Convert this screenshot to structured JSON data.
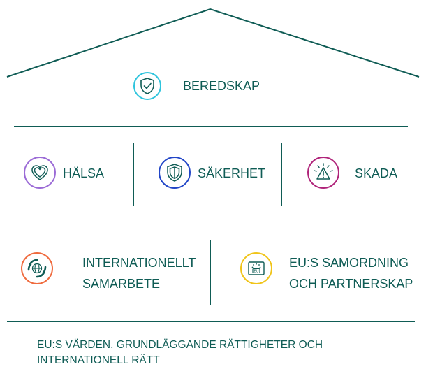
{
  "colors": {
    "structure": "#0f5c55",
    "beredskap": "#2ec4dd",
    "halsa": "#9b6bd6",
    "sakerhet": "#2145c7",
    "skada": "#b0247a",
    "internationellt": "#ef6a3d",
    "eu": "#f0c419"
  },
  "top": {
    "icon": "shield-check-icon",
    "label": "BEREDSKAP"
  },
  "pillars": [
    {
      "icon": "heart-icon",
      "label": "HÄLSA"
    },
    {
      "icon": "shield-icon",
      "label": "SÄKERHET"
    },
    {
      "icon": "warning-icon",
      "label": "SKADA"
    }
  ],
  "cooperation": [
    {
      "icon": "globe-hands-icon",
      "label_line1": "INTERNATIONELLT",
      "label_line2": "SAMARBETE"
    },
    {
      "icon": "eu-flag-icon",
      "label_line1": "EU:S SAMORDNING",
      "label_line2": "OCH PARTNERSKAP",
      "flag_text": "EU"
    }
  ],
  "foundation": {
    "line1": "EU:S VÄRDEN, GRUNDLÄGGANDE RÄTTIGHETER OCH",
    "line2": "INTERNATIONELL RÄTT"
  }
}
